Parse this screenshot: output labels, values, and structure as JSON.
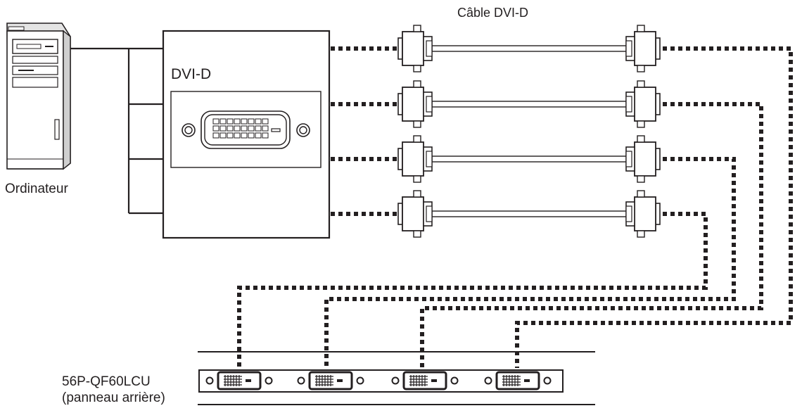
{
  "labels": {
    "cable": "Câble DVI-D",
    "dvi": "DVI-D",
    "computer": "Ordinateur",
    "display_model": "56P-QF60LCU",
    "display_panel": "(panneau arrière)"
  },
  "colors": {
    "line": "#231f20",
    "background": "#ffffff",
    "device_fill": "#ffffff",
    "device_shade": "#d0d0d0"
  },
  "icons": {
    "computer": "tower-pc-icon",
    "dvi_port": "dvi-port-icon",
    "cable_connector": "dvi-plug-icon"
  }
}
